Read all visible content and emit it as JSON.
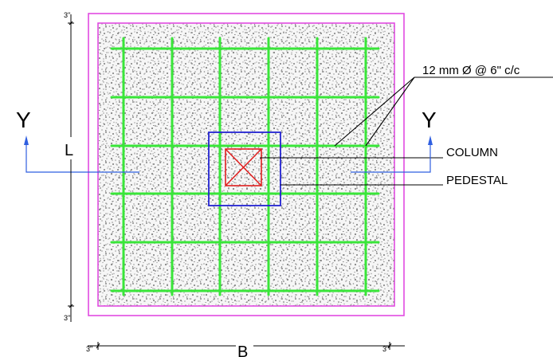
{
  "labels": {
    "rebar": "12 mm Ø @ 6\" c/c",
    "column": "COLUMN",
    "pedestal": "PEDESTAL",
    "section_left": "Y",
    "section_right": "Y",
    "length": "L",
    "breadth": "B",
    "cover_top": "3\"",
    "cover_bottom": "3\"",
    "cover_left": "3\"",
    "cover_right": "3\""
  },
  "colors": {
    "footing_outline": "#e14be1",
    "rebar": "#39e639",
    "pedestal": "#2323d2",
    "column": "#e02020",
    "section_marker": "#2f5fe0",
    "concrete_speckle": "#8a8a8a"
  }
}
